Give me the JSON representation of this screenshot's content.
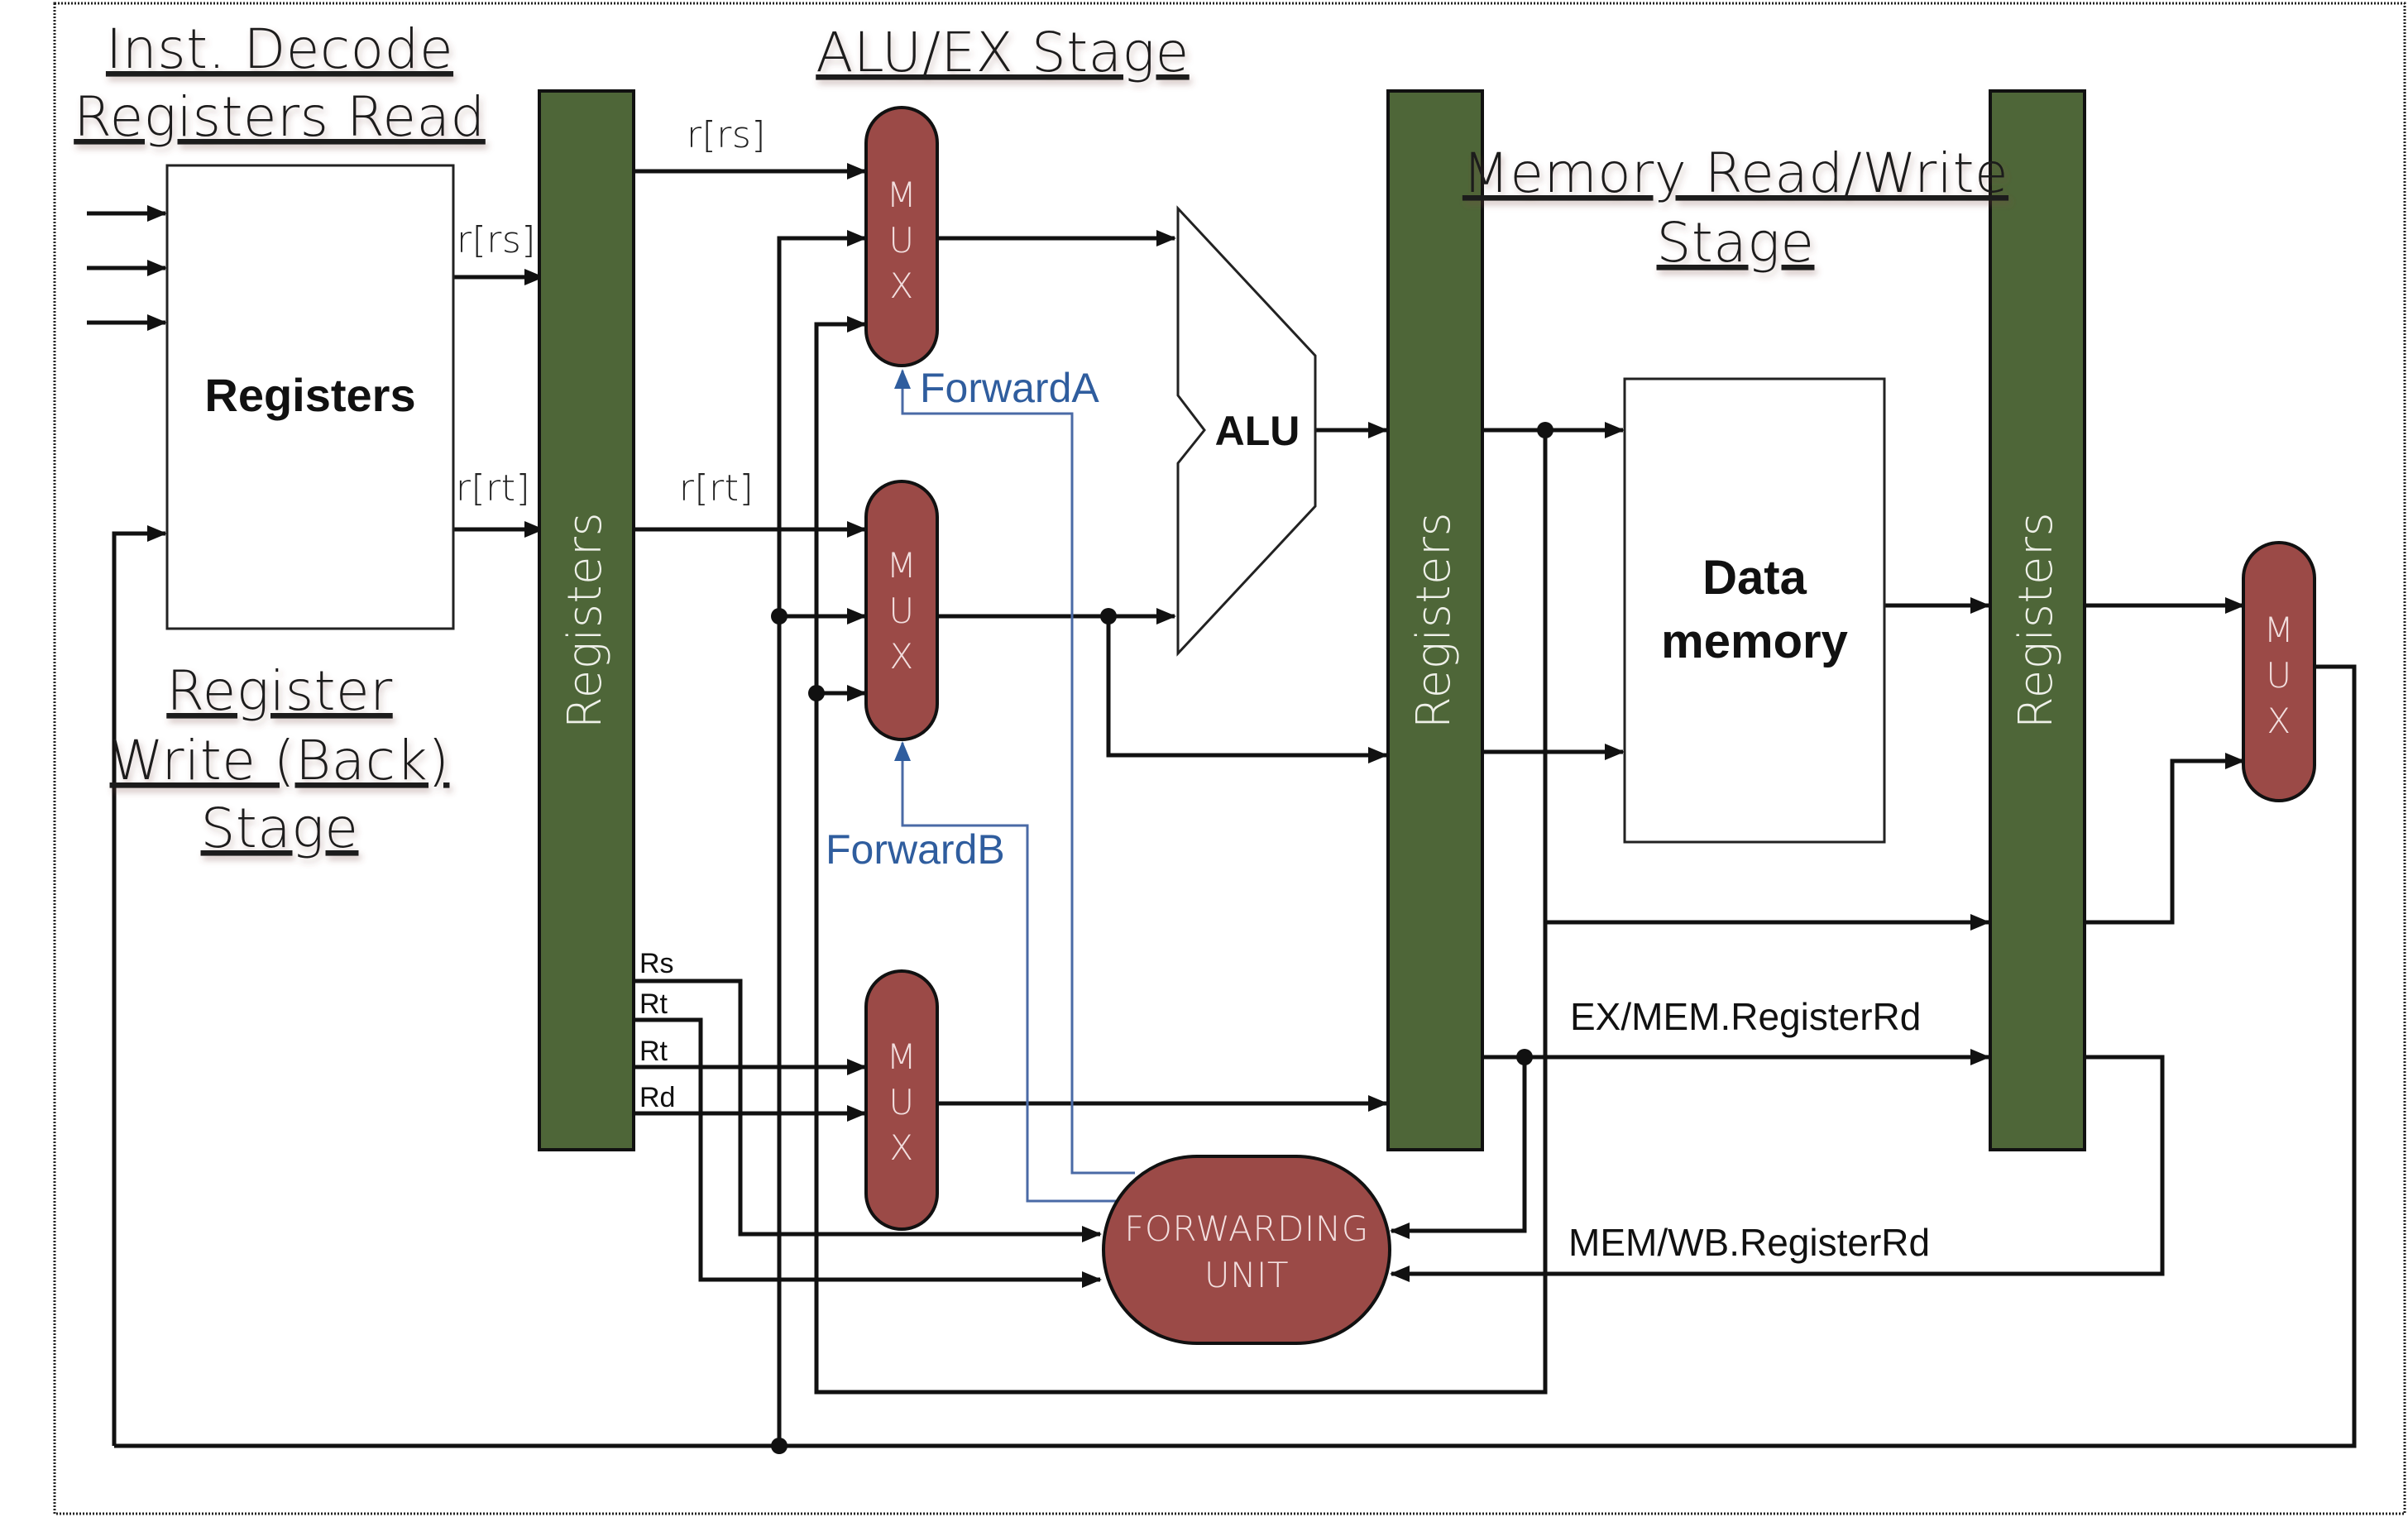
{
  "stages": {
    "decode_line1": "Inst. Decode",
    "decode_line2": "Registers Read",
    "alu": "ALU/EX Stage",
    "mem_line1": "Memory Read/Write",
    "mem_line2": "Stage",
    "wb_line1": "Register",
    "wb_line2": "Write (Back)",
    "wb_line3": "Stage"
  },
  "blocks": {
    "register_file": "Registers",
    "pipeline_register": "Registers",
    "alu": "ALU",
    "data_memory_line1": "Data",
    "data_memory_line2": "memory",
    "forwarding_unit_line1": "FORWARDING",
    "forwarding_unit_line2": "UNIT",
    "mux_letters": [
      "M",
      "U",
      "X"
    ]
  },
  "signals": {
    "rrs_out": "r[rs]",
    "rrt_out": "r[rt]",
    "rrs_ex": "r[rs]",
    "rrt_ex": "r[rt]",
    "rs": "Rs",
    "rt_a": "Rt",
    "rt_b": "Rt",
    "rd": "Rd",
    "forward_a": "ForwardA",
    "forward_b": "ForwardB",
    "ex_mem_rd": "EX/MEM.RegisterRd",
    "mem_wb_rd": "MEM/WB.RegisterRd"
  },
  "colors": {
    "pipeline_register": "#4e6638",
    "mux": "#9b4a47",
    "forward_wire": "#4a6aa6",
    "forward_text": "#2f5d9e",
    "wire": "#111111"
  }
}
